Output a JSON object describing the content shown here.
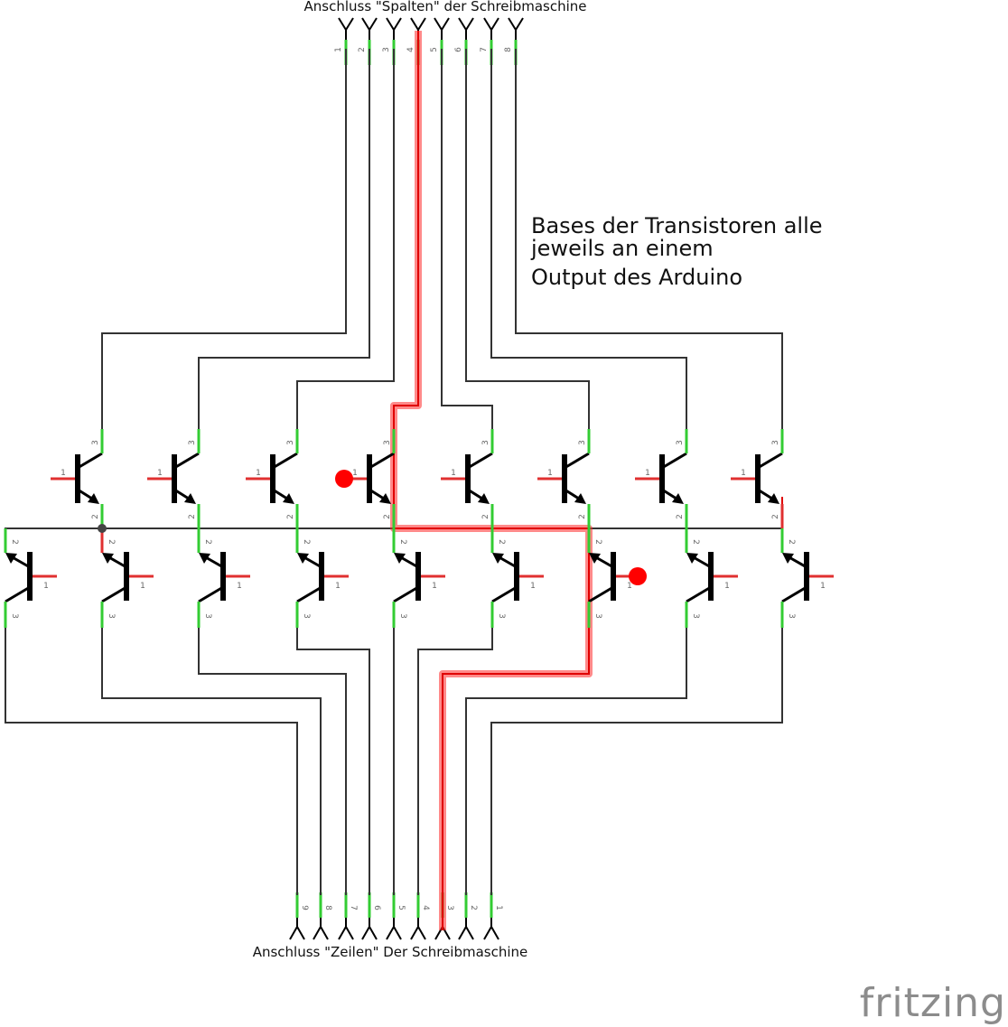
{
  "header_connector": {
    "title": "Anschluss \"Spalten\" der Schreibmaschine",
    "pins": [
      "1",
      "2",
      "3",
      "4",
      "5",
      "6",
      "7",
      "8"
    ]
  },
  "footer_connector": {
    "title": "Anschluss \"Zeilen\" Der Schreibmaschine",
    "pins": [
      "9",
      "8",
      "7",
      "6",
      "5",
      "4",
      "3",
      "2",
      "1"
    ]
  },
  "note": {
    "line1": "Bases der Transistoren alle",
    "line2": " jeweils an einem",
    "line3": "Output des Arduino"
  },
  "transistor_pins": {
    "base": "1",
    "emitter": "2",
    "collector": "3"
  },
  "logo": "fritzing",
  "colors": {
    "wire": "#333333",
    "highlight": "#ff2a2a",
    "lead_connected": "#33cc33",
    "lead_unconnected": "#e03030",
    "probe": "#ff0000",
    "logo": "#8c8c8c"
  }
}
